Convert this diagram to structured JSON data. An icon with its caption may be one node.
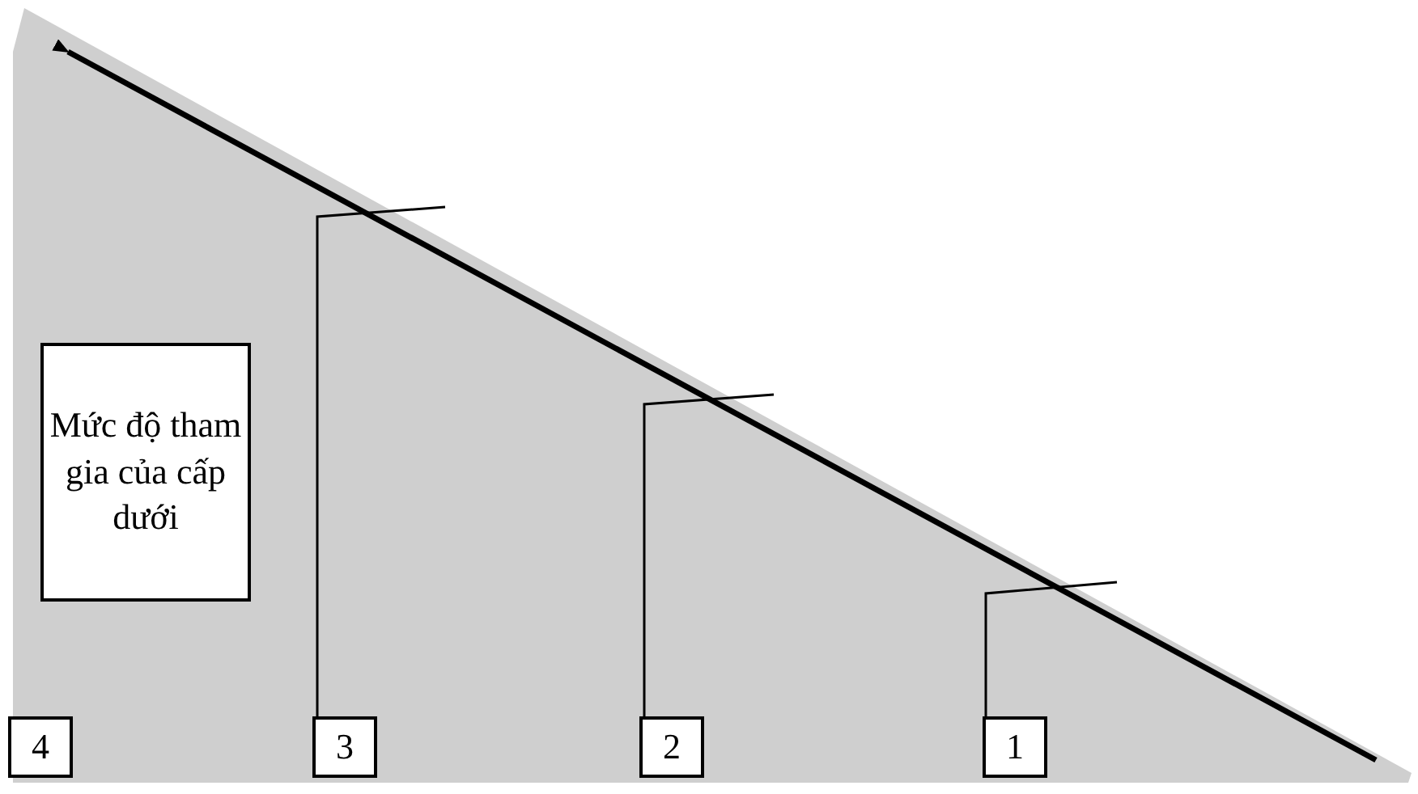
{
  "diagram": {
    "nodes": [
      {
        "text": [
          "Mức độ tham gia của cấp dưới"
        ]
      },
      {
        "text": [
          "4"
        ]
      },
      {
        "text": [
          "3"
        ]
      },
      {
        "text": [
          "2"
        ]
      },
      {
        "text": [
          "1"
        ]
      }
    ],
    "edges": [
      {
        "from": 2,
        "to": null,
        "arrow": "none"
      },
      {
        "from": 3,
        "to": null,
        "arrow": "none"
      },
      {
        "from": 4,
        "to": null,
        "arrow": "none"
      }
    ]
  }
}
